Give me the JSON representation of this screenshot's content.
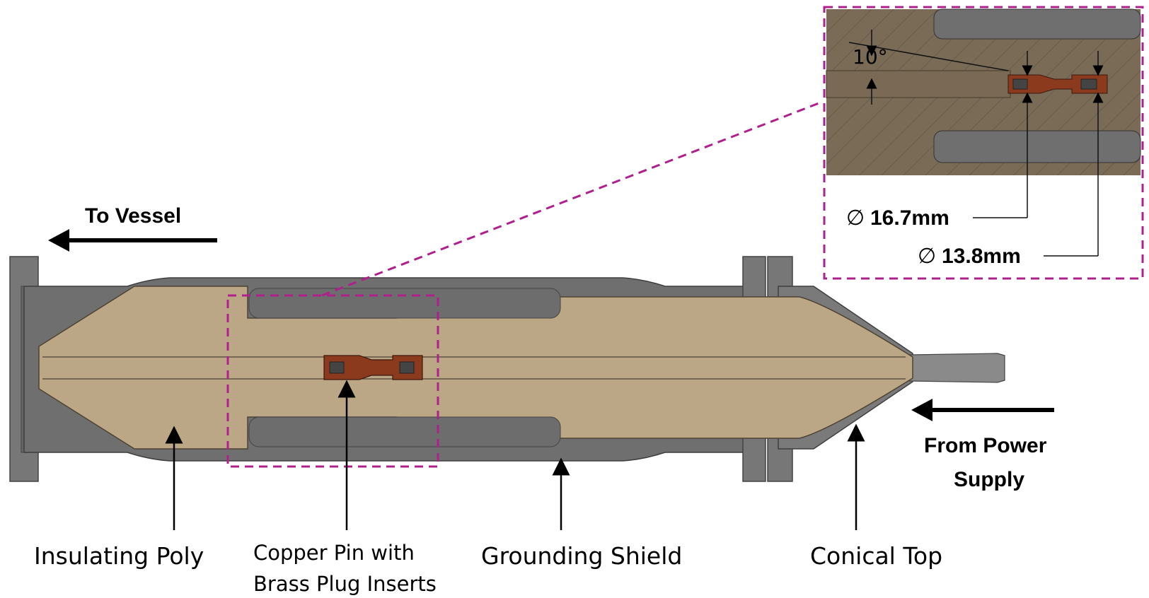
{
  "labels": {
    "to_vessel": "To Vessel",
    "from_power_line1": "From Power",
    "from_power_line2": "Supply",
    "insulating_poly": "Insulating Poly",
    "copper_pin_line1": "Copper Pin with",
    "copper_pin_line2": "Brass Plug Inserts",
    "grounding_shield": "Grounding Shield",
    "conical_top": "Conical Top"
  },
  "inset": {
    "angle": "10°",
    "dim1": "16.7mm",
    "dim2": "13.8mm",
    "diameter_symbol": "∅"
  },
  "colors": {
    "shield": "#6b6b6b",
    "shield_light": "#8c8c8c",
    "poly": "#bba786",
    "poly_dark": "#7d6c55",
    "copper": "#8b3a1e",
    "highlight": "#b0208c"
  }
}
